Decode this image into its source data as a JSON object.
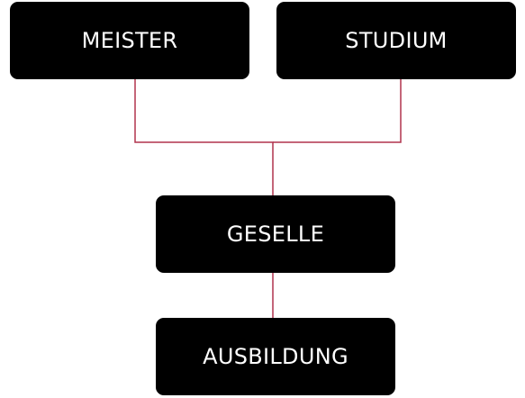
{
  "diagram": {
    "nodes": {
      "meister": "MEISTER",
      "studium": "STUDIUM",
      "geselle": "GESELLE",
      "ausbildung": "AUSBILDUNG"
    },
    "edges": [
      {
        "from": "meister",
        "to": "geselle"
      },
      {
        "from": "studium",
        "to": "geselle"
      },
      {
        "from": "geselle",
        "to": "ausbildung"
      }
    ]
  },
  "colors": {
    "box": "#000000",
    "text": "#ffffff",
    "line": "#b0334d",
    "background": "#ffffff"
  }
}
